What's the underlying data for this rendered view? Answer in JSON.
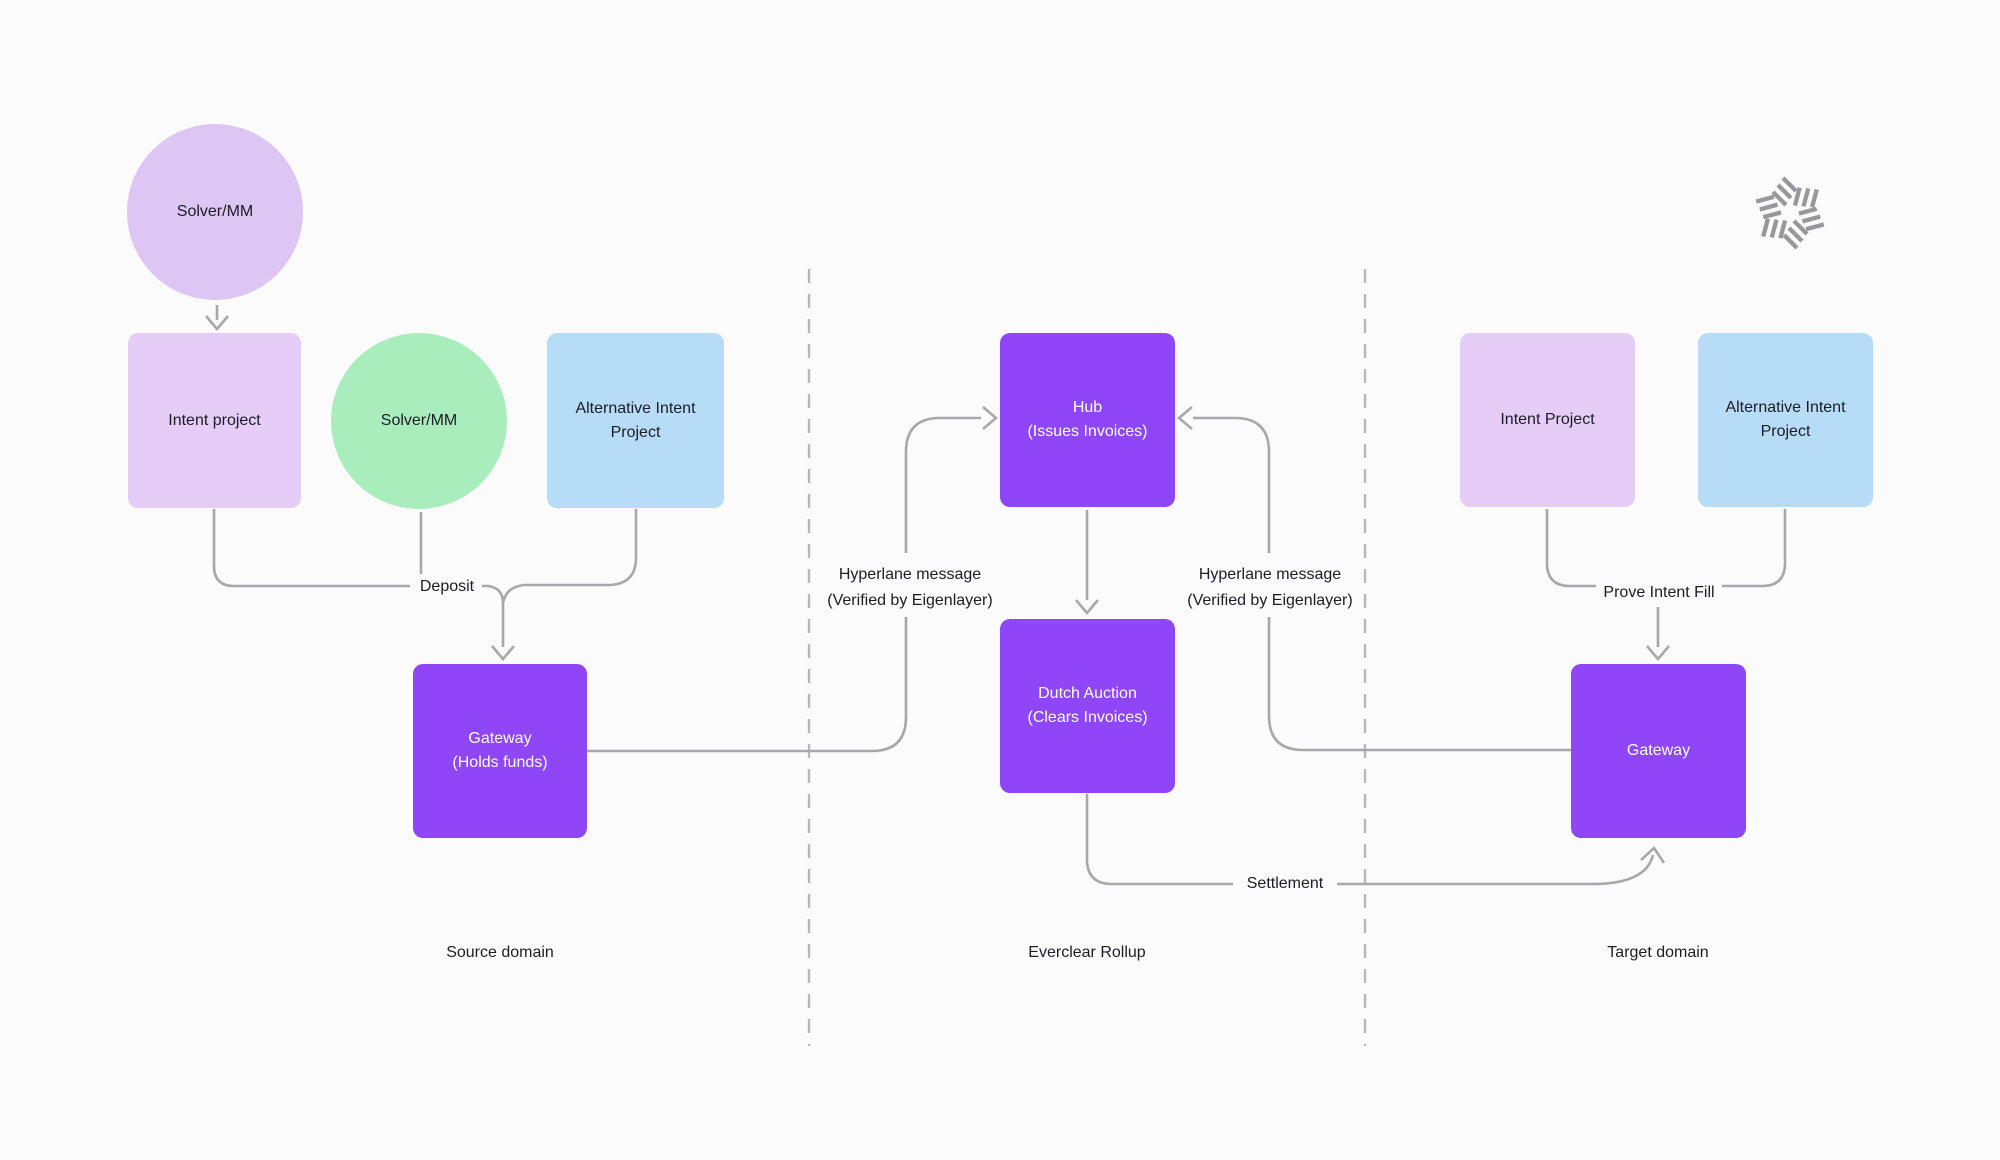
{
  "nodes": {
    "solver_top": {
      "label": "Solver/MM"
    },
    "intent_left": {
      "label": "Intent project"
    },
    "solver_mid": {
      "label": "Solver/MM"
    },
    "alt_left": {
      "line1": "Alternative Intent",
      "line2": "Project"
    },
    "gateway_left": {
      "line1": "Gateway",
      "line2": "(Holds funds)"
    },
    "hub": {
      "line1": "Hub",
      "line2": "(Issues Invoices)"
    },
    "dutch_auction": {
      "line1": "Dutch Auction",
      "line2": "(Clears Invoices)"
    },
    "intent_right": {
      "label": "Intent Project"
    },
    "alt_right": {
      "line1": "Alternative Intent",
      "line2": "Project"
    },
    "gateway_right": {
      "label": "Gateway"
    }
  },
  "edges": {
    "deposit": {
      "label": "Deposit"
    },
    "hyperlane_left": {
      "line1": "Hyperlane message",
      "line2": "(Verified by Eigenlayer)"
    },
    "hyperlane_right": {
      "line1": "Hyperlane message",
      "line2": "(Verified by Eigenlayer)"
    },
    "prove_intent_fill": {
      "label": "Prove Intent Fill"
    },
    "settlement": {
      "label": "Settlement"
    }
  },
  "sections": {
    "source": {
      "label": "Source domain"
    },
    "rollup": {
      "label": "Everclear Rollup"
    },
    "target": {
      "label": "Target domain"
    }
  },
  "icons": {
    "logo": "everclear-pinwheel-logo"
  },
  "colors": {
    "background": "#fbfbfc",
    "node_purple": "#8f46f6",
    "node_lavender_circle": "#ddc5f4",
    "node_lavender_box": "#e6cdf8",
    "node_green": "#a9edbd",
    "node_blue": "#b6dcf8",
    "edge_gray": "#a8a8aa",
    "divider_gray": "#b8b8ba",
    "logo_gray": "#97979d",
    "text_dark": "#1c1c24",
    "text_on_purple": "#ffffff"
  }
}
